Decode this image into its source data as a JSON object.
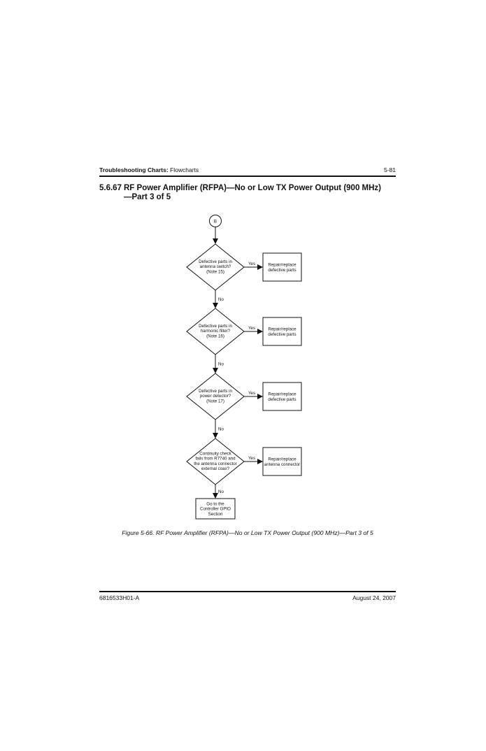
{
  "header": {
    "section_bold": "Troubleshooting Charts:",
    "section_rest": " Flowcharts",
    "page_number": "5-81"
  },
  "title": {
    "number": "5.6.67",
    "line1": "RF Power Amplifier (RFPA)—No or Low TX Power Output (900 MHz)",
    "line2": "—Part 3 of 5"
  },
  "flowchart": {
    "connector": "B",
    "decisions": [
      {
        "lines": [
          "Defective parts in",
          "antenna switch?",
          "(Note 15)"
        ]
      },
      {
        "lines": [
          "Defective parts in",
          "harmonic filter?",
          "(Note 16)"
        ]
      },
      {
        "lines": [
          "Defective parts in",
          "power detector?",
          "(Note 17)"
        ]
      },
      {
        "lines": [
          "Continuity check",
          "fails from R7740 and",
          "the antenna connector",
          "external coax?"
        ]
      }
    ],
    "actions": [
      {
        "lines": [
          "Repair/replace",
          "defective parts"
        ]
      },
      {
        "lines": [
          "Repair/replace",
          "defective parts"
        ]
      },
      {
        "lines": [
          "Repair/replace",
          "defective parts"
        ]
      },
      {
        "lines": [
          "Repair/replace",
          "antenna connector"
        ]
      }
    ],
    "yes_label": "Yes",
    "no_label": "No",
    "final": {
      "lines": [
        "Go to the",
        "Controller GPIO",
        "Section"
      ]
    }
  },
  "caption": "Figure 5-66.  RF Power Amplifier (RFPA)—No or Low TX Power Output (900 MHz)—Part 3 of 5",
  "footer": {
    "doc_number": "6816533H01-A",
    "date": "August 24, 2007"
  }
}
